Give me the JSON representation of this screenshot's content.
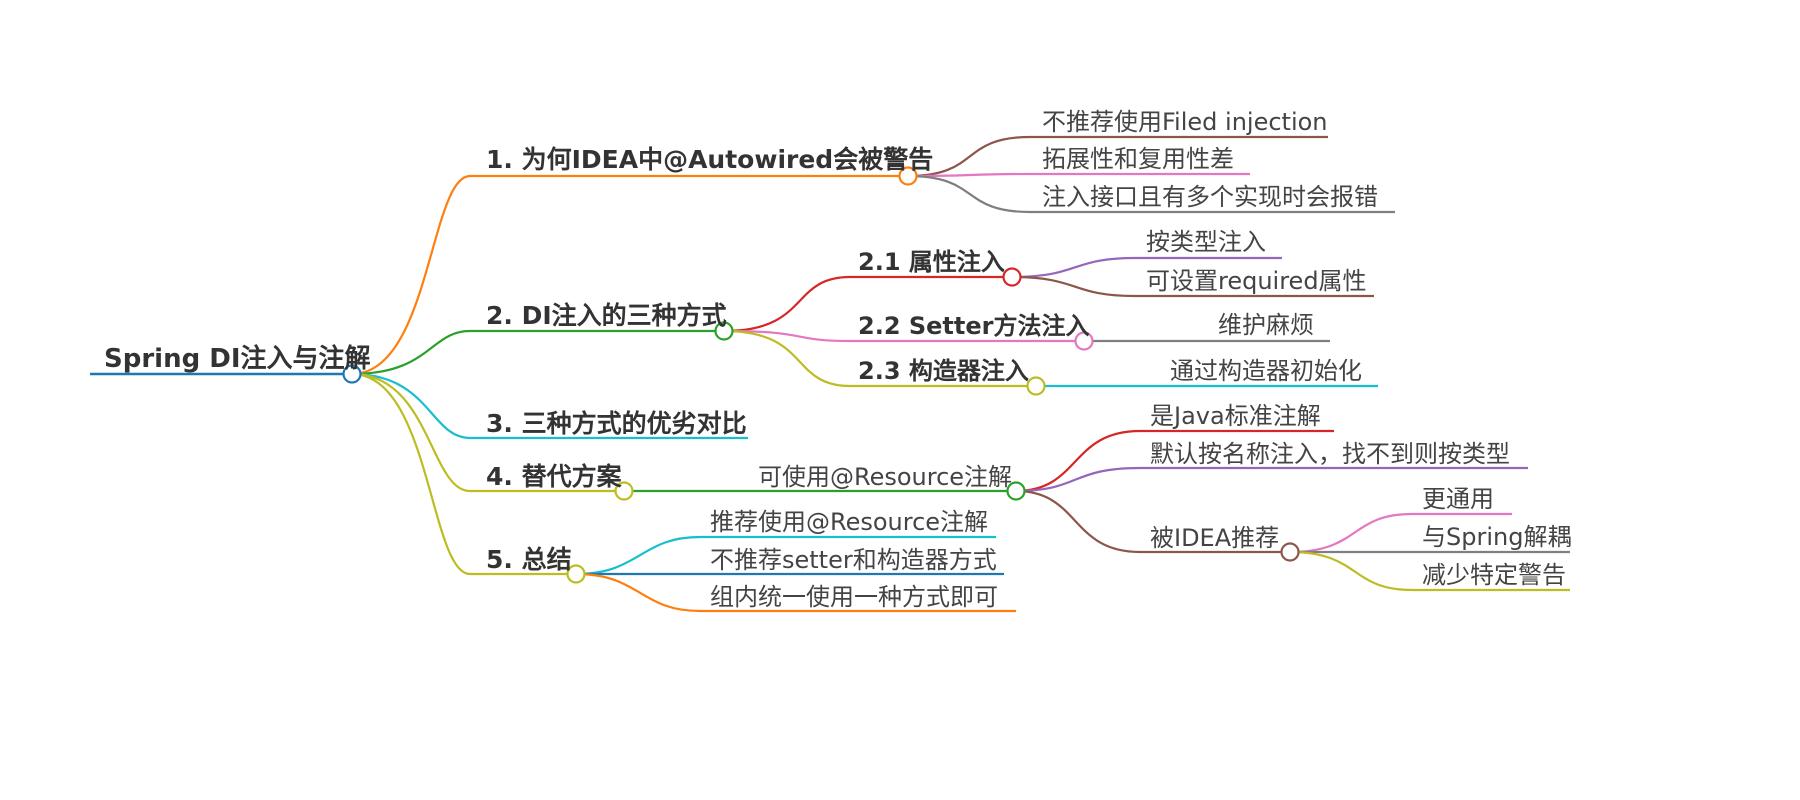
{
  "root": {
    "label": "Spring DI注入与注解"
  },
  "branch1": {
    "label": "1. 为何IDEA中@Autowired会被警告",
    "leaves": [
      "不推荐使用Filed injection",
      "拓展性和复用性差",
      "注入接口且有多个实现时会报错"
    ]
  },
  "branch2": {
    "label": "2. DI注入的三种方式",
    "sub1": {
      "label": "2.1 属性注入",
      "leaves": [
        "按类型注入",
        "可设置required属性"
      ]
    },
    "sub2": {
      "label": "2.2 Setter方法注入",
      "leaves": [
        "维护麻烦"
      ]
    },
    "sub3": {
      "label": "2.3 构造器注入",
      "leaves": [
        "通过构造器初始化"
      ]
    }
  },
  "branch3": {
    "label": "3. 三种方式的优劣对比"
  },
  "branch4": {
    "label": "4. 替代方案",
    "sub1": {
      "label": "可使用@Resource注解",
      "leaves": [
        "是Java标准注解",
        "默认按名称注入，找不到则按类型"
      ],
      "sub": {
        "label": "被IDEA推荐",
        "leaves": [
          "更通用",
          "与Spring解耦",
          "减少特定警告"
        ]
      }
    }
  },
  "branch5": {
    "label": "5. 总结",
    "leaves": [
      "推荐使用@Resource注解",
      "不推荐setter和构造器方式",
      "组内统一使用一种方式即可"
    ]
  },
  "colors": {
    "root": "#1f77b4",
    "b1": "#ff7f0e",
    "b2": "#2ca02c",
    "b3": "#17becf",
    "b4": "#bcbd22",
    "b5": "#bcbd22",
    "red": "#d62728",
    "purple": "#9467bd",
    "brown": "#8c564b",
    "pink": "#e377c2",
    "gray": "#7f7f7f",
    "olive": "#bcbd22",
    "cyan": "#17becf",
    "green": "#2ca02c",
    "blue": "#1f77b4",
    "orange": "#ff7f0e"
  }
}
